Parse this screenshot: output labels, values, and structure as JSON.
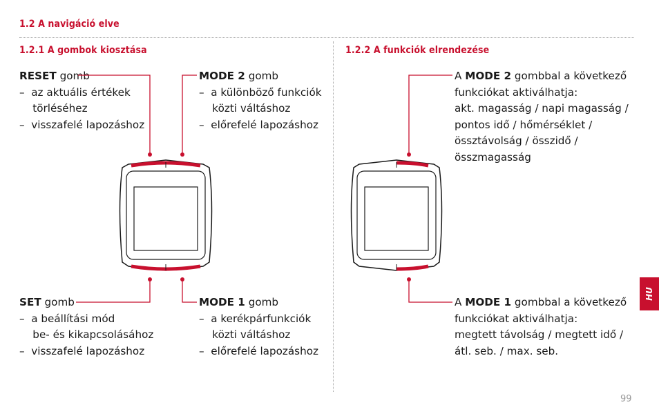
{
  "section": {
    "title": "1.2 A navigáció elve"
  },
  "left": {
    "title": "1.2.1 A gombok kiosztása",
    "reset": {
      "name": "RESET",
      "suffix": " gomb",
      "items": [
        "–  az aktuális értékek",
        "    törléséhez",
        "–  visszafelé lapozáshoz"
      ]
    },
    "mode2": {
      "name": "MODE 2",
      "suffix": " gomb",
      "items": [
        "–  a különböző funkciók",
        "    közti váltáshoz",
        "–  előrefelé lapozáshoz"
      ]
    },
    "set": {
      "name": "SET",
      "suffix": " gomb",
      "items": [
        "–  a beállítási mód",
        "    be- és kikapcsolásához",
        "–  visszafelé lapozáshoz"
      ]
    },
    "mode1": {
      "name": "MODE 1",
      "suffix": " gomb",
      "items": [
        "–  a kerékpárfunkciók",
        "    közti váltáshoz",
        "–  előrefelé lapozáshoz"
      ]
    }
  },
  "right": {
    "title": "1.2.2 A funkciók elrendezése",
    "mode2": {
      "prefix": "A ",
      "name": "MODE 2",
      "suffix": " gombbal a következő",
      "lines": [
        "funkciókat aktiválhatja:",
        "akt. magasság / napi magasság /",
        "pontos idő / hőmérséklet /",
        "össztávolság / összidő /",
        "összmagasság"
      ]
    },
    "mode1": {
      "prefix": "A ",
      "name": "MODE 1",
      "suffix": " gombbal a következő",
      "lines": [
        "funkciókat aktiválhatja:",
        "megtett távolság / megtett idő /",
        "átl. seb. / max. seb."
      ]
    }
  },
  "tab": {
    "label": "HU"
  },
  "page": {
    "number": "99"
  },
  "colors": {
    "accent": "#c8102e",
    "text": "#1a1a1a"
  }
}
